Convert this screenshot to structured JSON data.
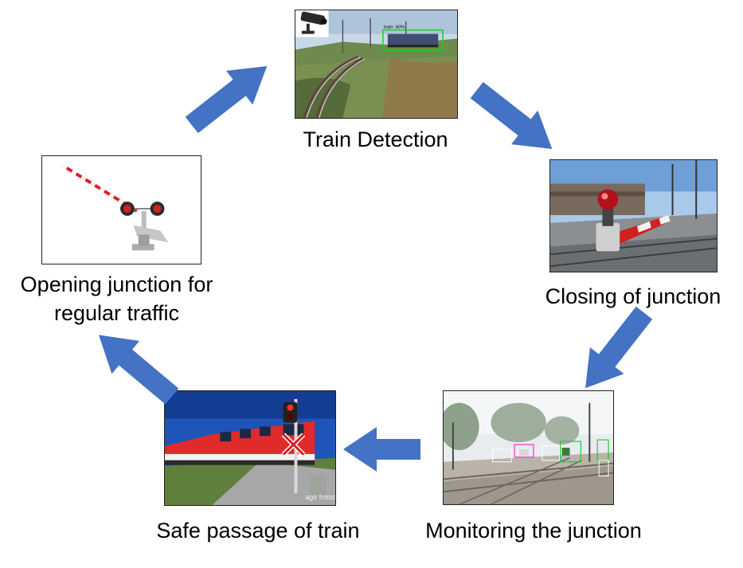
{
  "diagram": {
    "steps": [
      {
        "id": "train-detection",
        "label": "Train Detection"
      },
      {
        "id": "closing-junction",
        "label": "Closing of junction"
      },
      {
        "id": "monitoring-junction",
        "label": "Monitoring the junction"
      },
      {
        "id": "safe-passage",
        "label": "Safe passage of train"
      },
      {
        "id": "opening-junction",
        "label_line1": "Opening junction for",
        "label_line2": "regular traffic"
      }
    ],
    "detection_tag": "train: 60%",
    "photo_watermark": "age fotostock",
    "arrow_color": "#4472C4"
  }
}
